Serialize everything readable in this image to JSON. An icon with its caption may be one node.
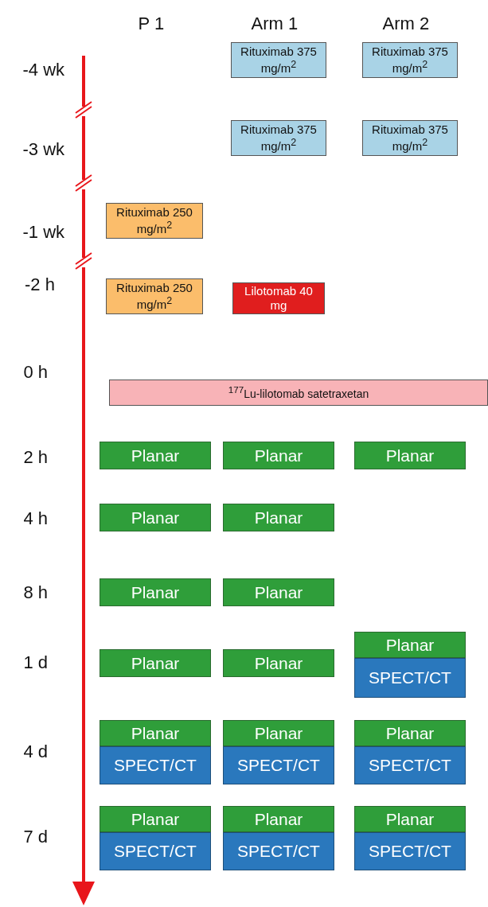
{
  "diagram": {
    "nodes": [
      {
        "text": [
          "Rituximab 375 mg/m$^{2}$"
        ]
      },
      {
        "text": [
          "Rituximab 375 mg/m$^{2}$"
        ]
      },
      {
        "text": [
          "Rituximab 375 mg/m$^{2}$"
        ]
      },
      {
        "text": [
          "Rituximab 375 mg/m$^{2}$"
        ]
      },
      {
        "text": [
          "Rituximab 250 mg/m$^{2}$"
        ]
      },
      {
        "text": [
          "Rituximab 250 mg/m$^{2}$"
        ]
      },
      {
        "text": [
          "Lilotomab 40 mg"
        ]
      },
      {
        "text": [
          "$^{177}$Lu-lilotomab satetraxetan"
        ]
      },
      {
        "text": [
          "Planar"
        ]
      },
      {
        "text": [
          "Planar"
        ]
      },
      {
        "text": [
          "Planar"
        ]
      },
      {
        "text": [
          "Planar"
        ]
      },
      {
        "text": [
          "Planar"
        ]
      },
      {
        "text": [
          "Planar"
        ]
      },
      {
        "text": [
          "Planar"
        ]
      },
      {
        "text": [
          "Planar"
        ]
      },
      {
        "text": [
          "Planar"
        ]
      },
      {
        "text": [
          "Planar"
        ]
      },
      {
        "text": [
          "SPECT/CT"
        ]
      },
      {
        "text": [
          "Planar"
        ]
      },
      {
        "text": [
          "Planar"
        ]
      },
      {
        "text": [
          "Planar"
        ]
      },
      {
        "text": [
          "SPECT/CT"
        ]
      },
      {
        "text": [
          "SPECT/CT"
        ]
      },
      {
        "text": [
          "SPECT/CT"
        ]
      },
      {
        "text": [
          "Planar"
        ]
      },
      {
        "text": [
          "Planar"
        ]
      },
      {
        "text": [
          "Planar"
        ]
      },
      {
        "text": [
          "SPECT/CT"
        ]
      },
      {
        "text": [
          "SPECT/CT"
        ]
      },
      {
        "text": [
          "SPECT/CT"
        ]
      }
    ],
    "edges": [],
    "labels": [
      "P 1",
      "Arm 1",
      "Arm 2",
      "-4 wk",
      "-3 wk",
      "-1 wk",
      "-2 h",
      "0 h",
      "2 h",
      "4 h",
      "8 h",
      "1 d",
      "4 d",
      "7 d"
    ]
  }
}
